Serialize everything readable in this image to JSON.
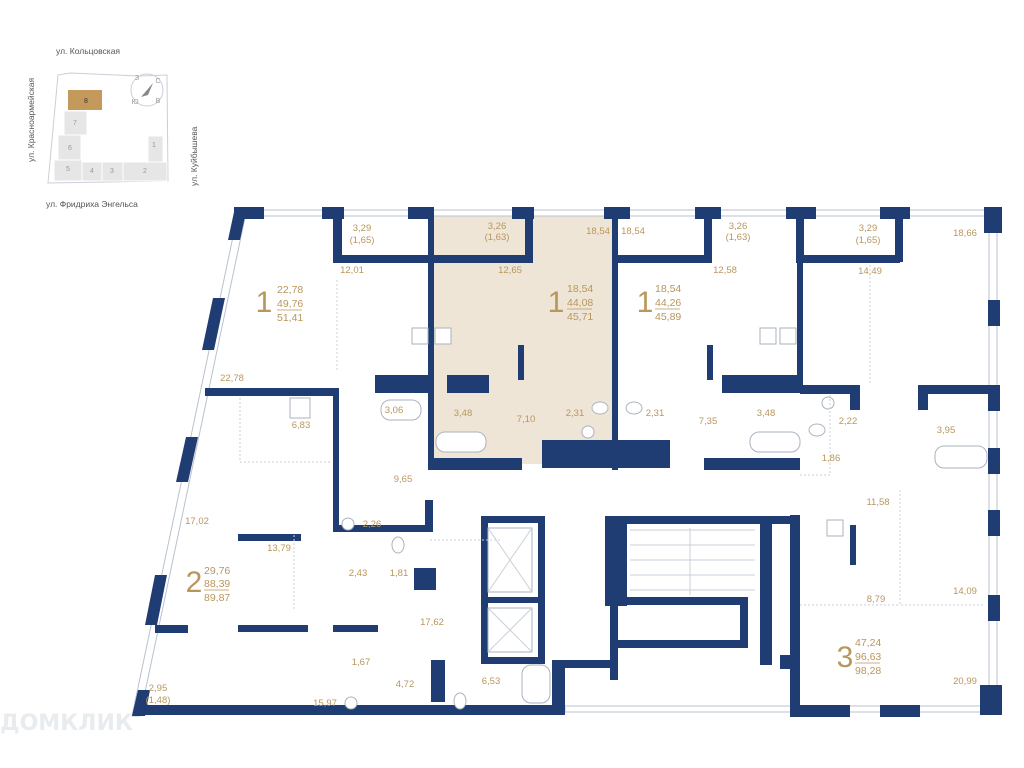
{
  "colors": {
    "wall": "#1f3d72",
    "label": "#b9965b",
    "selected_apartment": "#efe5d6",
    "current_building": "#c49a5c"
  },
  "site_plan": {
    "streets": {
      "north": "ул. Кольцовская",
      "west": "ул. Красноармейская",
      "south": "ул. Фридриха Энгельса",
      "east": "ул. Куйбышева"
    },
    "buildings": [
      "1",
      "2",
      "3",
      "4",
      "5",
      "6",
      "7",
      "8"
    ],
    "current_building": "8",
    "compass": {
      "north": "С",
      "south": "Ю",
      "east": "В",
      "west": "З"
    }
  },
  "apartments": [
    {
      "rooms": "1",
      "living": "22,78",
      "total": "49,76",
      "total_with_balcony": "51,41"
    },
    {
      "rooms": "1",
      "living": "18,54",
      "total": "44,08",
      "total_with_balcony": "45,71",
      "selected": true
    },
    {
      "rooms": "1",
      "living": "18,54",
      "total": "44,26",
      "total_with_balcony": "45,89"
    },
    {
      "rooms": "2",
      "living": "29,76",
      "total": "88,39",
      "total_with_balcony": "89,87"
    },
    {
      "rooms": "3",
      "living": "47,24",
      "total": "96,63",
      "total_with_balcony": "98,28"
    }
  ],
  "rooms": {
    "a1": [
      "3,29",
      "(1,65)",
      "12,01",
      "22,78",
      "3,06",
      "9,65",
      "6,83"
    ],
    "a2": [
      "3,26",
      "(1,63)",
      "12,65",
      "18,54",
      "3,48",
      "7,10",
      "2,31"
    ],
    "a3": [
      "18,54",
      "3,26",
      "(1,63)",
      "12,58",
      "2,31",
      "7,35",
      "3,48"
    ],
    "a4": [
      "17,02",
      "13,79",
      "2,26",
      "2,43",
      "1,81",
      "17,62",
      "1,67",
      "4,72",
      "6,53",
      "15,97",
      "2,95",
      "(1,48)"
    ],
    "a5": [
      "3,29",
      "(1,65)",
      "18,66",
      "14,49",
      "2,22",
      "1,86",
      "3,95",
      "11,58",
      "8,79",
      "14,09",
      "20,99"
    ]
  },
  "watermark": "ДОМКЛИК"
}
